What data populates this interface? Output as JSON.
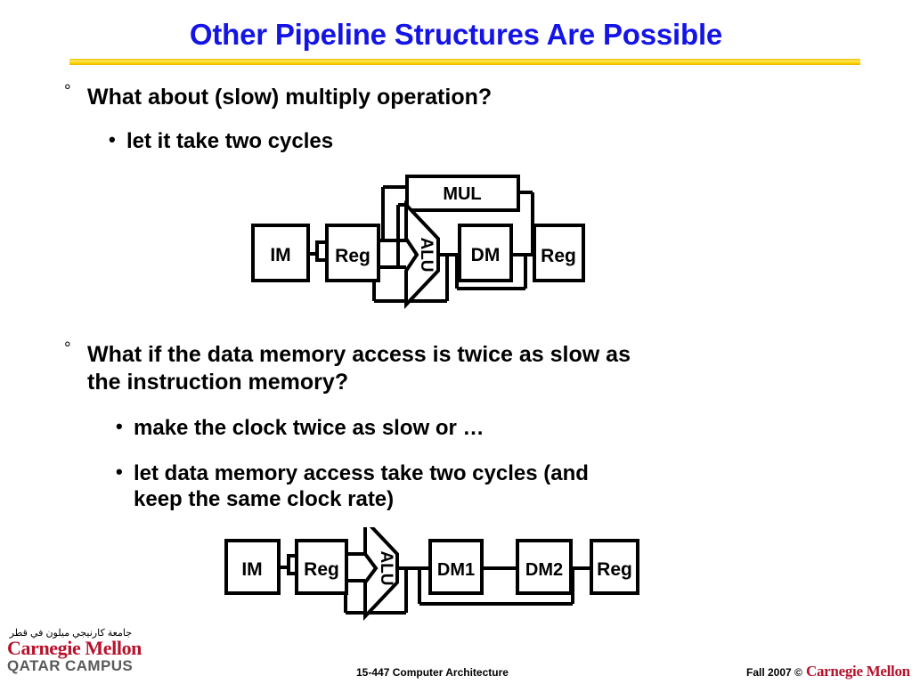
{
  "slide": {
    "title": "Other Pipeline Structures Are Possible",
    "title_color": "#1414E6",
    "rule_color": "#FFD700",
    "background": "#FFFFFF"
  },
  "bullets": [
    {
      "marker": "°",
      "text": "What about (slow) multiply operation?",
      "level": 1
    },
    {
      "marker": "•",
      "text": "let it take two cycles",
      "level": 2
    },
    {
      "marker": "°",
      "text": "What if the data memory access is twice as slow as the instruction memory?",
      "level": 1
    },
    {
      "marker": "•",
      "text": "make the clock twice as slow or …",
      "level": 2
    },
    {
      "marker": "•",
      "text": "let data memory access take two cycles (and keep the same clock rate)",
      "level": 2
    }
  ],
  "bullet_text": {
    "b1_line1": "What about (slow) multiply operation?",
    "b1_sub1": "let it take two cycles",
    "b2_line1": "What if the data memory access is twice as slow as",
    "b2_line2": "the instruction memory?",
    "b2_sub1": "make the clock twice as slow or …",
    "b2_sub2_line1": "let data memory access take two cycles (and",
    "b2_sub2_line2": "keep the same clock rate)"
  },
  "diagram1": {
    "name": "multiply-two-cycle-pipeline",
    "stages": [
      {
        "id": "im",
        "label": "IM"
      },
      {
        "id": "reg1",
        "label": "Reg"
      },
      {
        "id": "alu",
        "label": "ALU"
      },
      {
        "id": "mul",
        "label": "MUL"
      },
      {
        "id": "dm",
        "label": "DM"
      },
      {
        "id": "reg2",
        "label": "Reg"
      }
    ],
    "labels": {
      "im": "IM",
      "reg_left": "Reg",
      "alu": "ALU",
      "mul": "MUL",
      "dm": "DM",
      "reg_right": "Reg"
    }
  },
  "diagram2": {
    "name": "two-cycle-data-memory-pipeline",
    "stages": [
      {
        "id": "im",
        "label": "IM"
      },
      {
        "id": "reg1",
        "label": "Reg"
      },
      {
        "id": "alu",
        "label": "ALU"
      },
      {
        "id": "dm1",
        "label": "DM1"
      },
      {
        "id": "dm2",
        "label": "DM2"
      },
      {
        "id": "reg2",
        "label": "Reg"
      }
    ],
    "labels": {
      "im": "IM",
      "reg_left": "Reg",
      "alu": "ALU",
      "dm1": "DM1",
      "dm2": "DM2",
      "reg_right": "Reg"
    }
  },
  "logo": {
    "arabic": "جامعة كارنيجي ميلون في قطر",
    "name": "Carnegie Mellon",
    "campus": "QATAR CAMPUS",
    "brand_color": "#B7122C"
  },
  "footer": {
    "course": "15-447  Computer Architecture",
    "term": "Fall 2007 ©",
    "brand": "Carnegie Mellon"
  }
}
